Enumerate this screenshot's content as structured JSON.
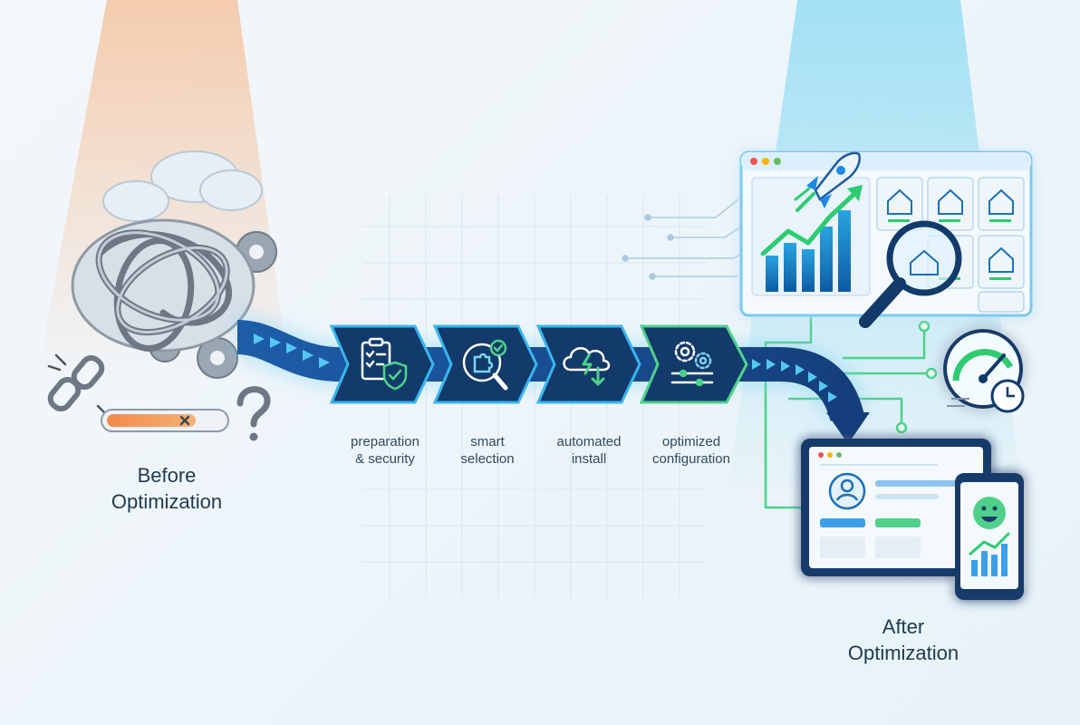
{
  "before": {
    "line1": "Before",
    "line2": "Optimization"
  },
  "after": {
    "line1": "After",
    "line2": "Optimization"
  },
  "steps": [
    {
      "icon": "clipboard-shield-icon",
      "line1": "preparation",
      "line2": "& security"
    },
    {
      "icon": "puzzle-magnifier-icon",
      "line1": "smart",
      "line2": "selection"
    },
    {
      "icon": "cloud-download-icon",
      "line1": "automated",
      "line2": "install"
    },
    {
      "icon": "gears-sliders-icon",
      "line1": "optimized",
      "line2": "configuration"
    }
  ],
  "colors": {
    "arrow_dark": "#1d4f8f",
    "arrow_light": "#4fc3f7",
    "accent_green": "#2ecc71",
    "accent_blue": "#1e88e5",
    "before_glow": "#f7b37a",
    "after_glow": "#7fd6f0",
    "step_fill": "#123a6b"
  }
}
